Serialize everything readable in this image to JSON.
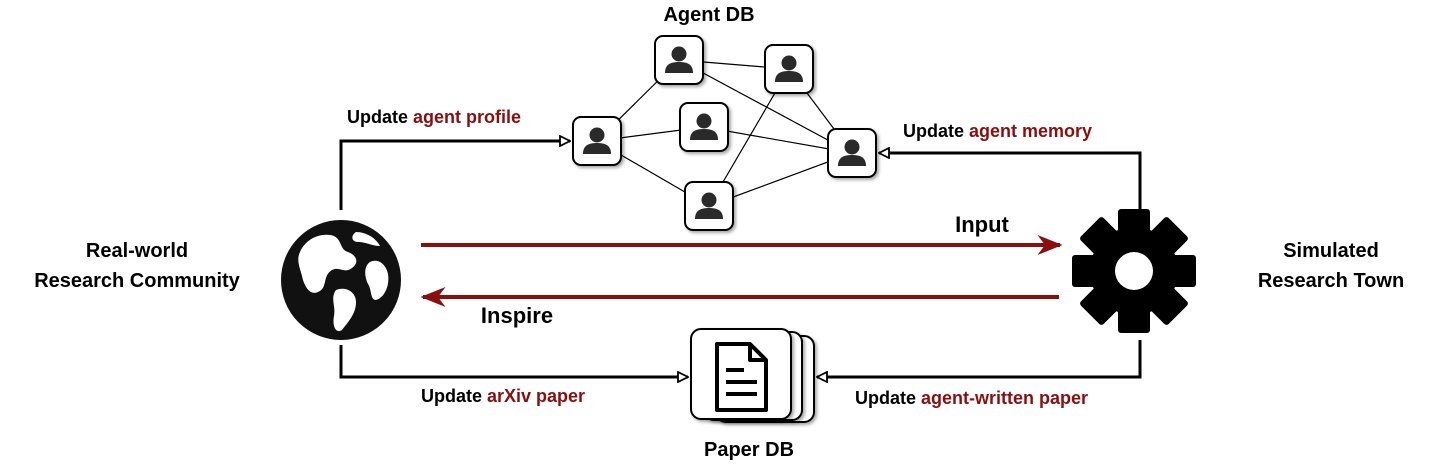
{
  "agent_db": {
    "title": "Agent DB"
  },
  "paper_db": {
    "title": "Paper DB"
  },
  "left_node": {
    "line1": "Real-world",
    "line2": "Research Community"
  },
  "right_node": {
    "line1": "Simulated",
    "line2": "Research Town"
  },
  "arrows": {
    "input": "Input",
    "inspire": "Inspire",
    "update_profile": {
      "prefix": "Update ",
      "highlight": "agent profile"
    },
    "update_memory": {
      "prefix": "Update ",
      "highlight": "agent memory"
    },
    "update_arxiv": {
      "prefix": "Update ",
      "highlight": "arXiv paper"
    },
    "update_written": {
      "prefix": "Update ",
      "highlight": "agent-written paper"
    }
  },
  "icons": {
    "globe": "globe-icon",
    "gear": "gear-icon",
    "agent": "person-icon",
    "document": "document-icon"
  },
  "colors": {
    "accent_red": "#8b0f0f",
    "line": "#000000"
  }
}
